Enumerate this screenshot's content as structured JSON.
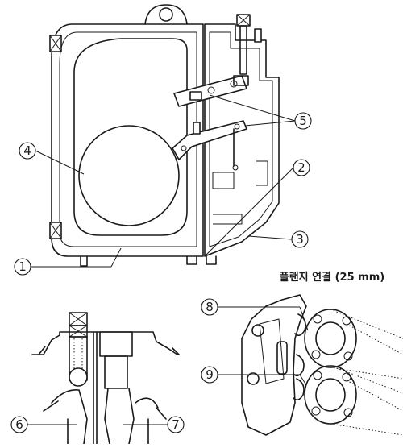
{
  "figure": {
    "flange_title": "플랜지 연결 (25 mm)"
  },
  "callouts": [
    {
      "id": "1",
      "label": "1"
    },
    {
      "id": "2",
      "label": "2"
    },
    {
      "id": "3",
      "label": "3"
    },
    {
      "id": "4",
      "label": "4"
    },
    {
      "id": "5",
      "label": "5"
    },
    {
      "id": "6",
      "label": "6"
    },
    {
      "id": "7",
      "label": "7"
    },
    {
      "id": "8",
      "label": "8"
    },
    {
      "id": "9",
      "label": "9"
    }
  ]
}
